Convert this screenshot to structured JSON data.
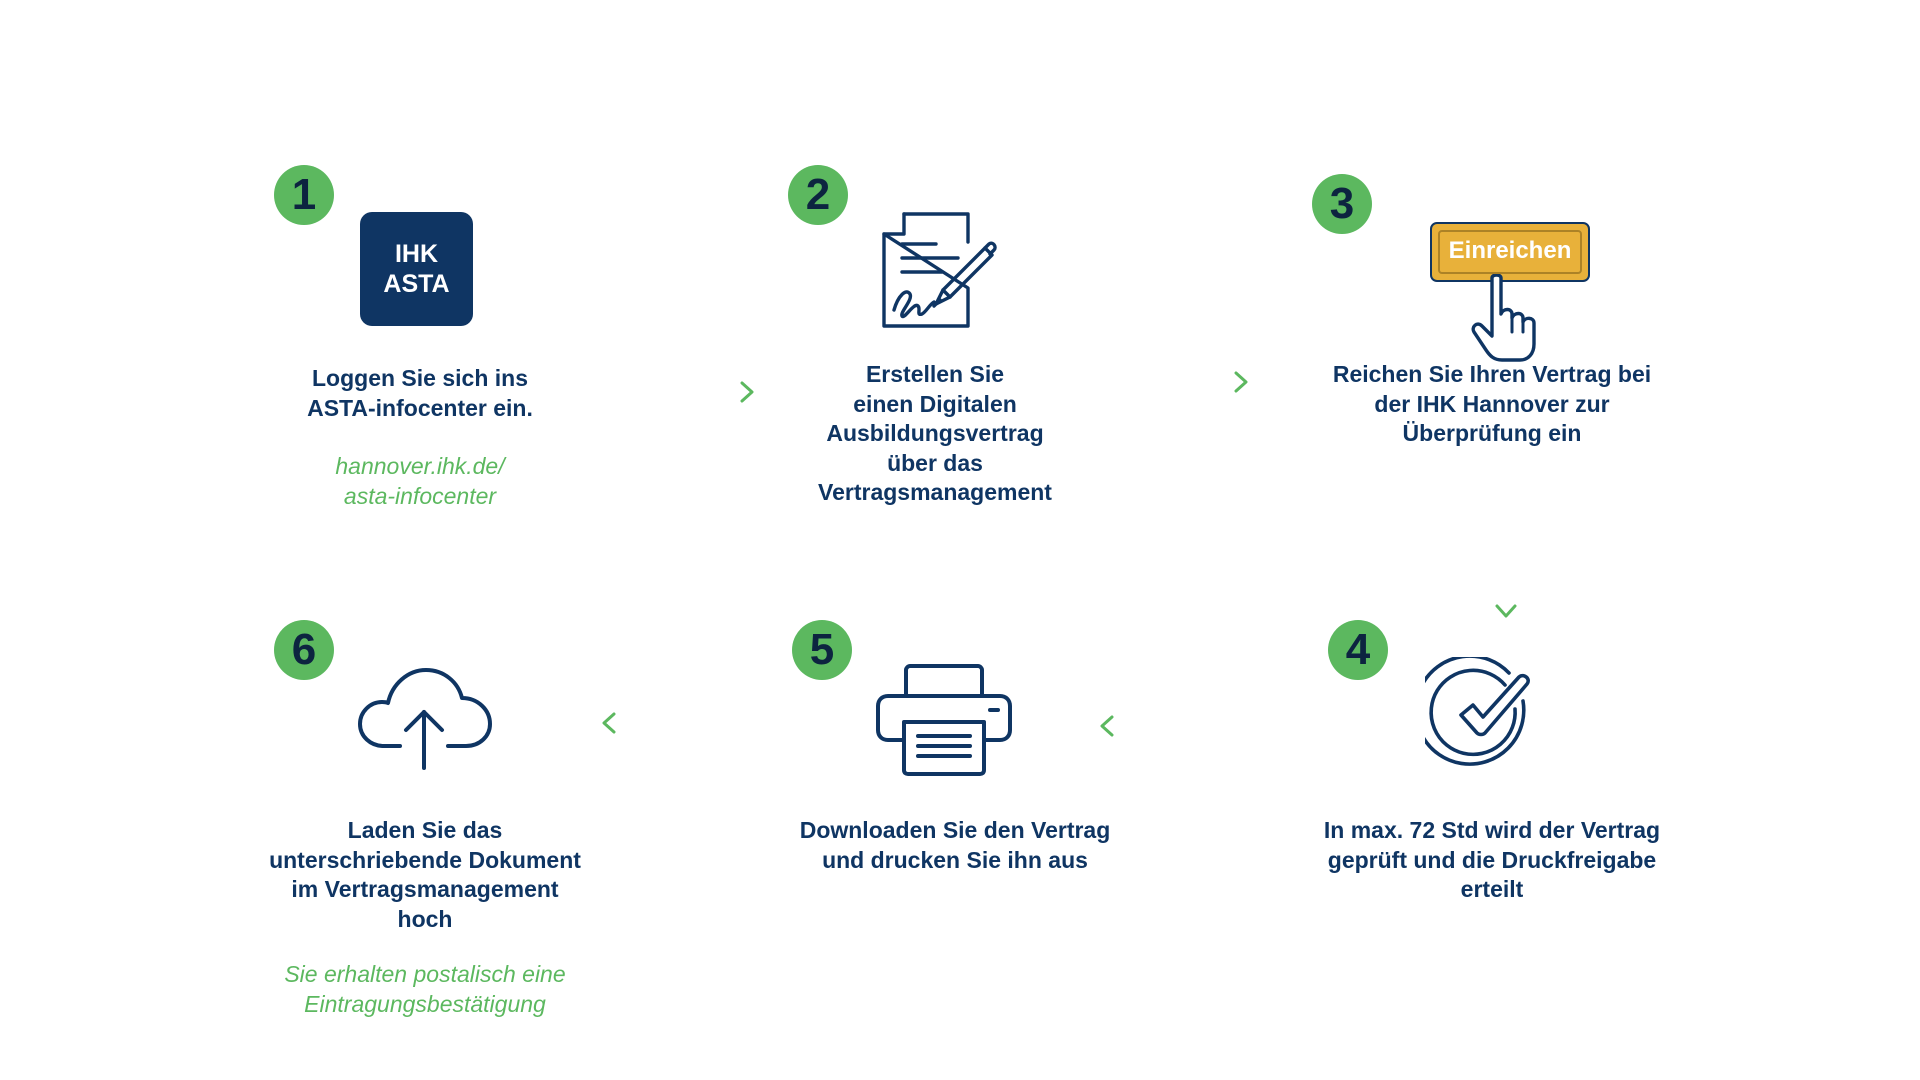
{
  "steps": [
    {
      "number": "1",
      "title": "Loggen Sie sich ins\nASTA-infocenter ein.",
      "note": "hannover.ihk.de/\nasta-infocenter",
      "tile_label": "IHK\nASTA"
    },
    {
      "number": "2",
      "title": "Erstellen Sie\neinen Digitalen\nAusbildungsvertrag\nüber das\nVertragsmanagement"
    },
    {
      "number": "3",
      "title": "Reichen Sie Ihren Vertrag bei\nder IHK Hannover zur\nÜberprüfung ein",
      "button_label": "Einreichen"
    },
    {
      "number": "4",
      "title": "In max. 72 Std wird der Vertrag\ngeprüft und die Druckfreigabe\nerteilt"
    },
    {
      "number": "5",
      "title": "Downloaden Sie den Vertrag\nund drucken Sie ihn aus"
    },
    {
      "number": "6",
      "title": "Laden Sie das\nunterschriebende Dokument\nim Vertragsmanagement\nhoch",
      "note": "Sie erhalten postalisch eine\nEintragungsbestätigung"
    }
  ],
  "icons": {
    "step1": "ihk-asta-app-icon",
    "step2": "contract-signature-icon",
    "step3": "submit-button-hand-icon",
    "step4": "check-circle-icon",
    "step5": "printer-icon",
    "step6": "cloud-upload-icon"
  },
  "colors": {
    "navy": "#0f3563",
    "green": "#5cb85f",
    "badge_text": "#0d2440",
    "button_yellow": "#e8b13a"
  }
}
